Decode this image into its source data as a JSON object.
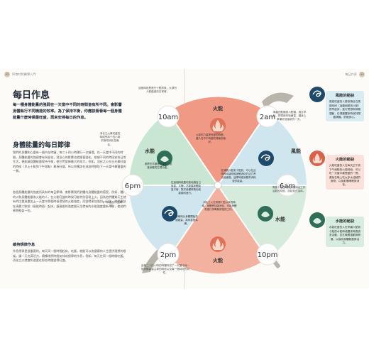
{
  "running_head": {
    "left_page_num": "32",
    "left_title": "阿育吠陀醫學入門",
    "right_title": "每日作息",
    "right_page_num": "33"
  },
  "left_page": {
    "title": "每日作息",
    "lead": "每一種身體能量的強弱在一天當中不同的時間皆有所不同。會影響身體執行不同機能的效率。為了保持平衡，你應該看看每一個身體能量什麼時候最旺盛，再來安排每日的作息。",
    "section_title": "身體能量的每日節律",
    "paragraphs": [
      "我們的身體和心靈有一個內在時鐘，每二十四小時運行一次循環。在一天當中不同的時間，身體能量的強弱會有所變化，對身心的影響也就跟著變化。根據不同的時段安排日常生活，便能讓身體能量保持平衡，使它們發揮最大的效力。例如，消化之火在日光最旺盛的時候（早上十點到下午兩點）最為旺盛，所以你應該在這段時間吃下一天當中最豐盛的一餐。",
      "各個身體能量的強度所具有的每日節律，會影響我們對體內身體能量的感受。例如，體內的火和身體能量為火能的人，在火能旺盛的時候可能特別容易上火，因為他們體質天生就有的比重過重加上一天當中那個時候環境的火能強度，而變得更加強烈。因此，他們應該在清晨六點前（風能時段）起床，讓風能的強度跟天生就有的水能強度重新平衡，使他們感覺輕盈一些。"
    ],
    "subsection_title": "維持規律作息",
    "subsection_text": "作息規律是很重要的。每天同一個時間起床、吃飯，就能可以為健康的人生提供理想的根架。讓一天充滿活力，順暢地將時間安排成規律的作息，例如，每天在同一個時間吃飯，消化之火就會知道要在那些時間變得旺盛。"
  },
  "wheel": {
    "energies": {
      "fire": "火能",
      "air": "風能",
      "water": "水能"
    },
    "times": [
      "10am",
      "2pm",
      "6pm",
      "10pm",
      "2am",
      "6am"
    ],
    "colors": {
      "fire": "#f09a86",
      "air": "#cfe6ee",
      "water": "#c8e6d2",
      "fire_dark": "#d9614a",
      "air_dark": "#1d4a6a",
      "water_dark": "#2f6e58"
    },
    "inner_notes": [
      "火能的力量是旺盛的時間，讓人在中午時能吃得最多最好。",
      "在清晨六點到十點前，可以在此時段時這時候身體消化的活力會比較緩慢，這樣時候身體會消耗更多能量。",
      "消化之火在夜間十點以後的時候，身體會加強消化，可能身體會進行排毒與修復的工作。",
      "在這個時段盡可能地讓自己放鬆、平靜，才能讓身體能量平衡，對於各種事務也較能順利進行。",
      "推薦在早晨進行運動，促進身體的生理功能。",
      "傍晚時分身體開始放緩能量，為休息做準備。"
    ],
    "outer_notes": [
      "這個時段是進行十點前後，大部份人都做過的日常事。",
      "消化之火最旺盛的時候會將十四小時的食物消化至最佳。",
      "清晨四點鐘到六點鐘，適合早起、冥想與呼吸練習，讓身心準備好迎接新的一天。",
      "下午六點到十點時段。",
      "清晨十點左右是身體適合工作活動的時候，放鬆就在這時。",
      "這個二十四小時的時鐘列出了一天當中每一個身體能量主導的時段以及每一個時段的特性。"
    ]
  },
  "right_sidebar": [
    {
      "title": "風能的秘訣",
      "text": "風能旺盛的人應該適合在風能時段（凌晨兩點到六點）提早起床，進行冥想與伸展運動，在清晨醒來時保持頭腦清醒、舒緩身心。",
      "bg": "#d8ecf2",
      "emblem": "air-emblem-icon"
    },
    {
      "title": "火能的秘訣",
      "text": "火能旺盛的人在每天正午到下午兩點的火能時段，可以吃一天當中最豐盛的一餐，避免在晚上吃太多太油膩的食物，以免影響睡眠與消化。",
      "bg": "#fbe1d9",
      "emblem": "fire-emblem-icon"
    },
    {
      "title": "水能的秘訣",
      "text": "水能旺盛的人在早晨六點到十點的水能時段醒來時應該多活動，並在晚間運動與伸展，以保持身體輕盈與活力。",
      "bg": "#d8ecdf",
      "emblem": "water-emblem-icon"
    }
  ]
}
